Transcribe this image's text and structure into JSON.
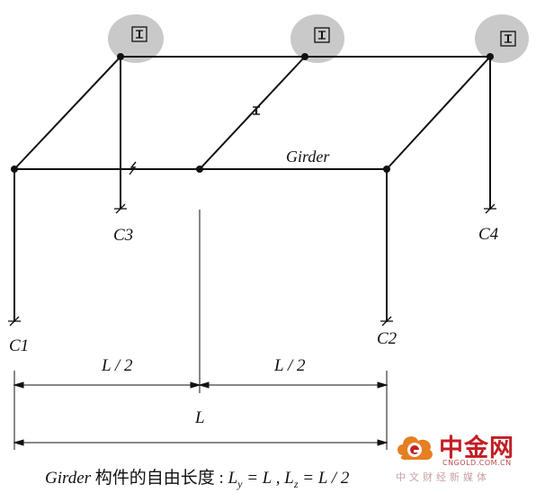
{
  "labels": {
    "girder": "Girder",
    "c1": "C1",
    "c2": "C2",
    "c3": "C3",
    "c4": "C4",
    "half_left": "L / 2",
    "half_right": "L / 2",
    "full": "L"
  },
  "caption": {
    "member": "Girder",
    "text": " 构件的自由长度 :",
    "ly_var": "L",
    "ly_sub": "y",
    "ly_rhs": " = L  , ",
    "lz_var": "L",
    "lz_sub": "z",
    "lz_rhs": " = L / 2"
  },
  "watermark": {
    "brand_cn": "中金网",
    "brand_en": "CNGOLD.COM.CN",
    "tagline": "中文财经新媒体"
  },
  "colors": {
    "line": "#111111",
    "highlight": "#c9c9c9",
    "brand": "#c21e24"
  }
}
